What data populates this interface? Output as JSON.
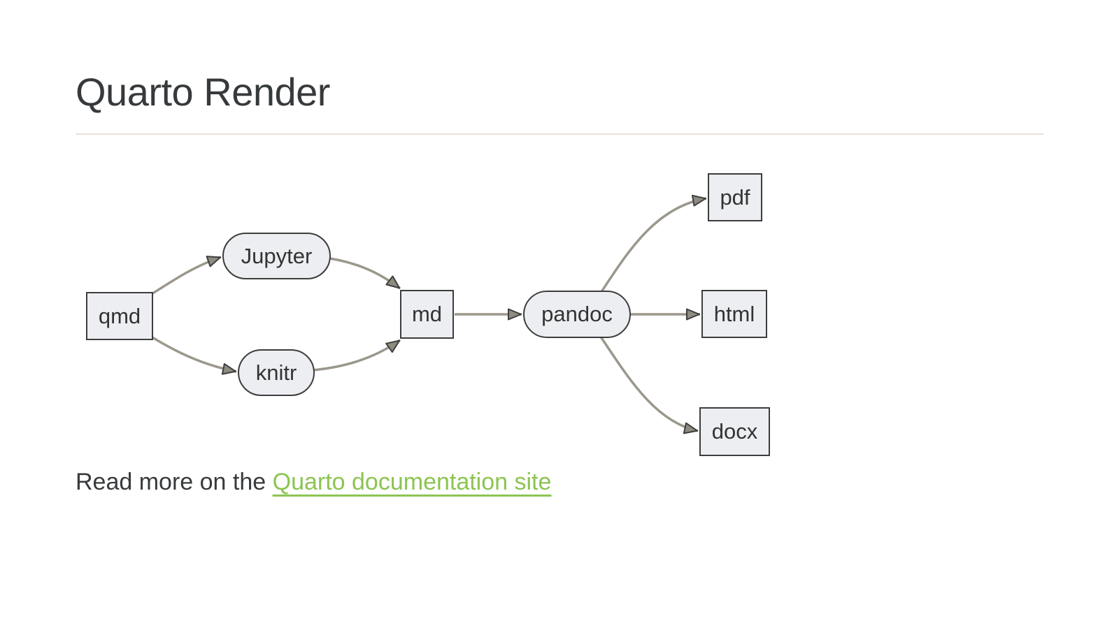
{
  "page": {
    "title": "Quarto Render",
    "read_more_prefix": "Read more on the ",
    "link_label": "Quarto documentation site"
  },
  "colors": {
    "heading_text": "#373a3c",
    "body_text": "#373a3c",
    "link_green": "#8cc452",
    "divider_tan": "#e8e1d5",
    "node_fill": "#eceef2",
    "node_border": "#3d3d3d",
    "edge_line": "#9b978c",
    "arrowhead_fill": "#8e8b80",
    "arrowhead_stroke": "#3e3e3e",
    "background": "#ffffff"
  },
  "diagram": {
    "kind": "flowchart",
    "direction": "left-to-right",
    "nodes": [
      {
        "id": "qmd",
        "label": "qmd",
        "shape": "rect"
      },
      {
        "id": "jupyter",
        "label": "Jupyter",
        "shape": "stadium"
      },
      {
        "id": "knitr",
        "label": "knitr",
        "shape": "stadium"
      },
      {
        "id": "md",
        "label": "md",
        "shape": "rect"
      },
      {
        "id": "pandoc",
        "label": "pandoc",
        "shape": "stadium"
      },
      {
        "id": "pdf",
        "label": "pdf",
        "shape": "rect"
      },
      {
        "id": "html",
        "label": "html",
        "shape": "rect"
      },
      {
        "id": "docx",
        "label": "docx",
        "shape": "rect"
      }
    ],
    "edges": [
      {
        "from": "qmd",
        "to": "jupyter"
      },
      {
        "from": "qmd",
        "to": "knitr"
      },
      {
        "from": "jupyter",
        "to": "md"
      },
      {
        "from": "knitr",
        "to": "md"
      },
      {
        "from": "md",
        "to": "pandoc"
      },
      {
        "from": "pandoc",
        "to": "pdf"
      },
      {
        "from": "pandoc",
        "to": "html"
      },
      {
        "from": "pandoc",
        "to": "docx"
      }
    ]
  }
}
